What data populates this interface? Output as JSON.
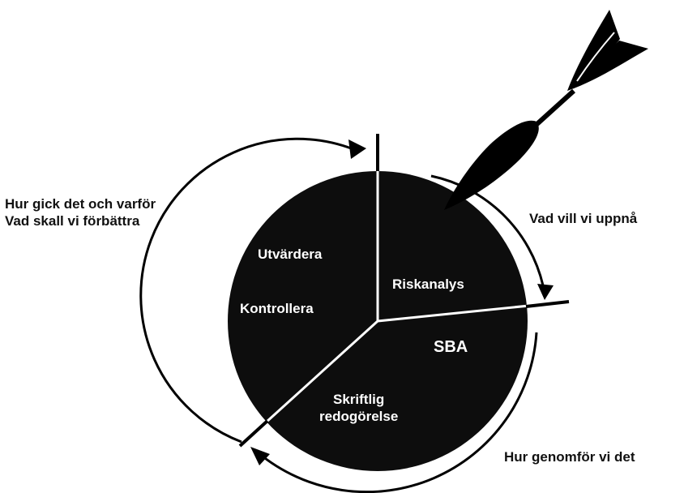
{
  "colors": {
    "disc": "#0d0d0d",
    "outline": "#000000",
    "background": "#ffffff",
    "inner_text": "#ffffff",
    "outer_text": "#111111"
  },
  "icons": {
    "dart": "dart-icon",
    "arrow_top": "arrow-head-icon",
    "arrow_right": "arrow-head-icon",
    "arrow_bottom": "arrow-head-icon"
  },
  "outer_labels": {
    "left_line1": "Hur gick det  och varför",
    "left_line2": "Vad skall vi förbättra",
    "right": "Vad vill vi uppnå",
    "bottom_right": "Hur genomför vi det"
  },
  "segments": {
    "evaluate": "Utvärdera",
    "control": "Kontrollera",
    "risk": "Riskanalys",
    "sba": "SBA",
    "written_line1": "Skriftlig",
    "written_line2": "redogörelse"
  }
}
